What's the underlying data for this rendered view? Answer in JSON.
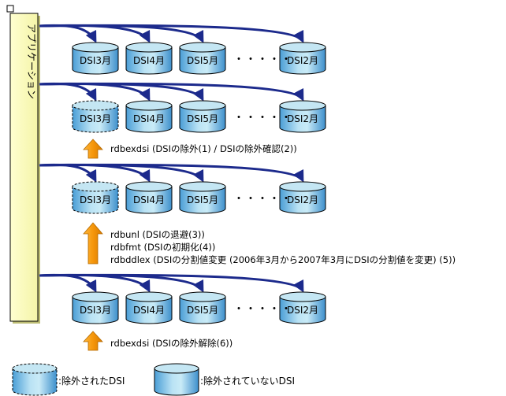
{
  "application": {
    "label": "アプリケーション"
  },
  "ellipsis": "・・・・・",
  "rows": [
    {
      "cylinders": [
        {
          "label": "DSI3月",
          "excluded": false
        },
        {
          "label": "DSI4月",
          "excluded": false
        },
        {
          "label": "DSI5月",
          "excluded": false
        },
        {
          "label": "DSI2月",
          "excluded": false
        }
      ]
    },
    {
      "cylinders": [
        {
          "label": "DSI3月",
          "excluded": true
        },
        {
          "label": "DSI4月",
          "excluded": false
        },
        {
          "label": "DSI5月",
          "excluded": false
        },
        {
          "label": "DSI2月",
          "excluded": false
        }
      ]
    },
    {
      "cylinders": [
        {
          "label": "DSI3月",
          "excluded": true
        },
        {
          "label": "DSI4月",
          "excluded": false
        },
        {
          "label": "DSI5月",
          "excluded": false
        },
        {
          "label": "DSI2月",
          "excluded": false
        }
      ]
    },
    {
      "cylinders": [
        {
          "label": "DSI3月",
          "excluded": false
        },
        {
          "label": "DSI4月",
          "excluded": false
        },
        {
          "label": "DSI5月",
          "excluded": false
        },
        {
          "label": "DSI2月",
          "excluded": false
        }
      ]
    }
  ],
  "steps": [
    {
      "lines": [
        "rdbexdsi (DSIの除外(1) / DSIの除外確認(2))"
      ]
    },
    {
      "lines": [
        "rdbunl (DSIの退避(3))",
        "rdbfmt (DSIの初期化(4))",
        "rdbddlex (DSIの分割値変更 (2006年3月から2007年3月にDSIの分割値を変更) (5))"
      ]
    },
    {
      "lines": [
        "rdbexdsi (DSIの除外解除(6))"
      ]
    }
  ],
  "legend": {
    "excluded": ":除外されたDSI",
    "not_excluded": ":除外されていないDSI"
  },
  "colors": {
    "arrow_blue": "#1c2a8c",
    "step_arrow_orange": "#f5960a",
    "cylinder_top": "#c4e6f3",
    "cylinder_side_light": "#c9ebf7",
    "cylinder_side_dark": "#4a9ed6",
    "app_box": "#ffffc2",
    "app_box_shadow": "#c9c97a"
  }
}
